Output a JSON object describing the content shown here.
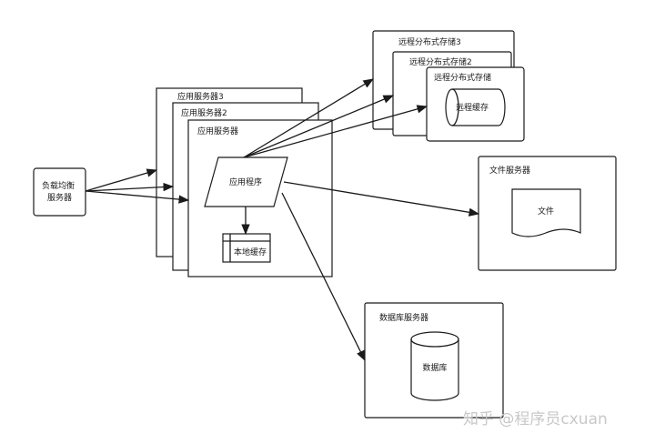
{
  "diagram": {
    "load_balancer": "负载均衡\n服务器",
    "app_server_3": "应用服务器3",
    "app_server_2": "应用服务器2",
    "app_server_1": "应用服务器",
    "app_program": "应用程序",
    "local_cache": "本地缓存",
    "remote_storage_3": "远程分布式存储3",
    "remote_storage_2": "远程分布式存储2",
    "remote_storage_1": "远程分布式存储",
    "remote_cache": "远程缓存",
    "file_server": "文件服务器",
    "file": "文件",
    "db_server": "数据库服务器",
    "database": "数据库"
  },
  "watermark": "知乎 @程序员cxuan"
}
